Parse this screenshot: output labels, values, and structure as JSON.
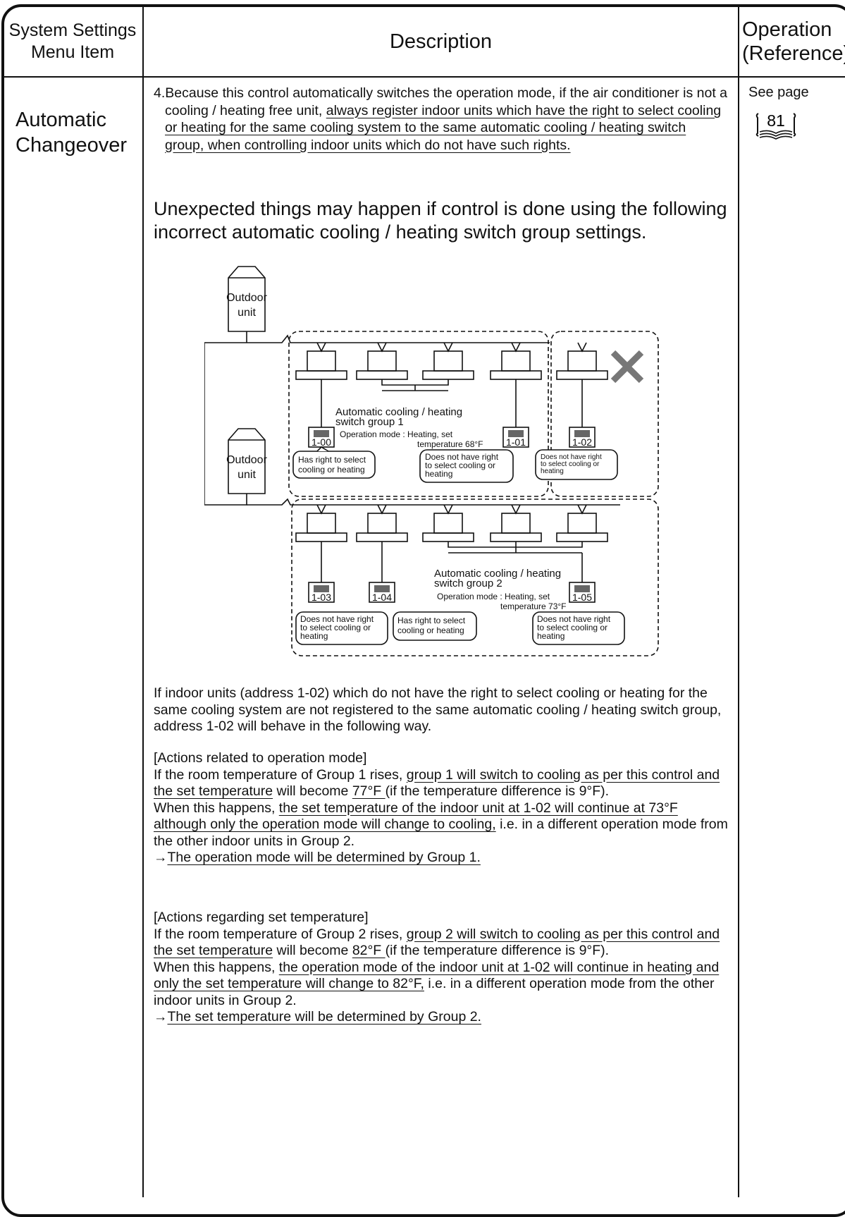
{
  "header": {
    "col1": [
      "System Settings",
      "Menu Item"
    ],
    "col2": "Description",
    "col3": [
      "Operation",
      "(Reference)"
    ]
  },
  "menu_item": [
    "Automatic",
    "Changeover"
  ],
  "reference": {
    "label": "See page",
    "page": "81",
    "icon": "book-icon"
  },
  "intro": {
    "text_a": "4.Because this control automatically switches the operation mode, if the air conditioner is not a cooling / heating free unit, ",
    "text_b": "always register indoor units which have the right to select cooling or heating for the same cooling system to the same automatic cooling / heating switch group, when controlling indoor units which do not have such rights."
  },
  "warning": "Unexpected things may happen if control is done using the following incorrect automatic cooling / heating switch group settings.",
  "diagram": {
    "outdoor_label": [
      "Outdoor",
      "unit"
    ],
    "group1": {
      "title": [
        "Automatic cooling / heating",
        "switch group 1"
      ],
      "mode": [
        "Operation mode : Heating, set",
        "temperature 68°F"
      ]
    },
    "group2": {
      "title": [
        "Automatic cooling / heating",
        "switch group 2"
      ],
      "mode": [
        "Operation mode : Heating, set",
        "temperature 73°F"
      ]
    },
    "remotes": [
      "1-00",
      "1-01",
      "1-02",
      "1-03",
      "1-04",
      "1-05"
    ],
    "has_right": [
      "Has right to select",
      "cooling or heating"
    ],
    "no_right": [
      "Does not have right",
      "to select cooling or",
      "heating"
    ]
  },
  "body": {
    "p1": "If indoor units (address 1-02) which do not have the right to select cooling or heating for the same cooling system are not registered to the same automatic cooling / heating switch group, address 1-02 will behave in the following way.",
    "s1": {
      "heading": "[Actions related to operation mode]",
      "a1": "If the room temperature of Group 1 rises, ",
      "a2": "group 1 will switch to cooling as per this control and the set temperature",
      "a3": " will become ",
      "a4": "77°F ",
      "a5": "(if the temperature difference is 9°F).",
      "b1": "When this happens, ",
      "b2": "the set temperature of the indoor unit at 1-02 will continue at 73°F although only the operation mode will change to cooling,",
      "b3": " i.e. in a different operation mode from the other indoor units in Group 2.",
      "c1": "→",
      "c2": "The operation mode will be determined by Group 1."
    },
    "s2": {
      "heading": "[Actions regarding set temperature]",
      "a1": "If the room temperature of Group 2 rises, ",
      "a2": "group 2 will switch to cooling as per this control and the set temperature",
      "a3": " will become ",
      "a4": "82°F ",
      "a5": "(if the temperature difference is 9°F).",
      "b1": "When this happens, ",
      "b2": "the operation mode of the indoor unit at 1-02 will continue in heating and only the set temperature will change to 82°F,",
      "b3": " i.e. in a different operation mode from the other indoor units in Group 2.",
      "c1": "→",
      "c2": "The set temperature will be determined by Group 2."
    }
  }
}
